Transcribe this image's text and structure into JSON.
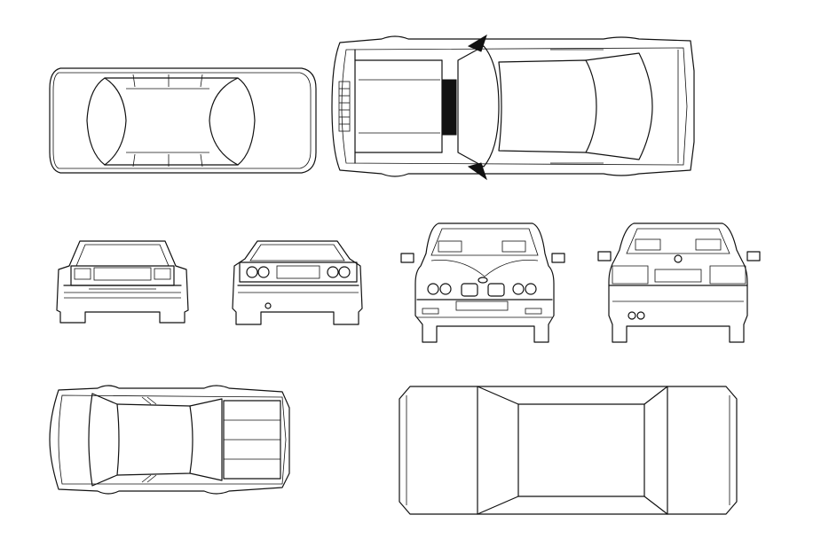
{
  "drawing": {
    "background": "#ffffff",
    "line_color": "#111111",
    "views": [
      {
        "id": "car-1-top",
        "kind": "top-view"
      },
      {
        "id": "car-2-top",
        "kind": "top-view"
      },
      {
        "id": "car-3-front",
        "kind": "front-view"
      },
      {
        "id": "car-3-rear",
        "kind": "rear-view"
      },
      {
        "id": "car-4-front",
        "kind": "front-view"
      },
      {
        "id": "car-4-rear",
        "kind": "rear-view"
      },
      {
        "id": "car-5-top",
        "kind": "top-view"
      },
      {
        "id": "car-6-top",
        "kind": "top-view"
      }
    ]
  }
}
